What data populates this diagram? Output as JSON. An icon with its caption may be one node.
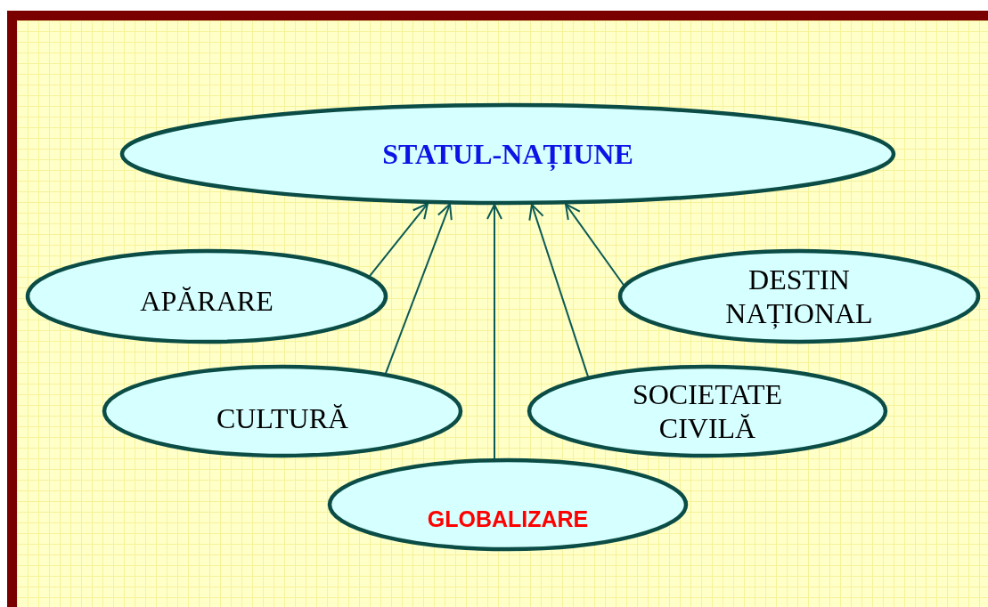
{
  "diagram": {
    "nodes": [
      {
        "text": [
          "STATUL-NAȚIUNE"
        ]
      },
      {
        "text": [
          "APĂRARE"
        ]
      },
      {
        "text": [
          "DESTIN NAȚIONAL"
        ]
      },
      {
        "text": [
          "CULTURĂ"
        ]
      },
      {
        "text": [
          "SOCIETATE CIVILĂ"
        ]
      },
      {
        "text": [
          "GLOBALIZARE"
        ]
      }
    ],
    "edges": [
      {
        "from": 1,
        "to": 0,
        "arrow": "to"
      },
      {
        "from": 3,
        "to": 0,
        "arrow": "to"
      },
      {
        "from": 5,
        "to": 0,
        "arrow": "to"
      },
      {
        "from": 4,
        "to": 0,
        "arrow": "to"
      },
      {
        "from": 2,
        "to": 0,
        "arrow": "to"
      }
    ]
  }
}
